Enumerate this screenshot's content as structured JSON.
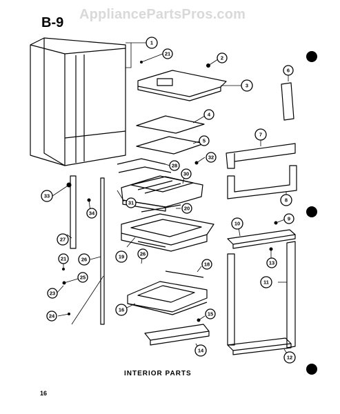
{
  "watermark": "AppliancePartsPros.com",
  "section_code": "B-9",
  "caption": "INTERIOR PARTS",
  "page_number": "16",
  "callouts": [
    {
      "label": "1"
    },
    {
      "label": "21"
    },
    {
      "label": "2"
    },
    {
      "label": "3"
    },
    {
      "label": "6"
    },
    {
      "label": "4"
    },
    {
      "label": "5"
    },
    {
      "label": "7"
    },
    {
      "label": "28"
    },
    {
      "label": "32"
    },
    {
      "label": "30"
    },
    {
      "label": "8"
    },
    {
      "label": "33"
    },
    {
      "label": "31"
    },
    {
      "label": "34"
    },
    {
      "label": "20"
    },
    {
      "label": "9"
    },
    {
      "label": "10"
    },
    {
      "label": "27"
    },
    {
      "label": "19"
    },
    {
      "label": "13"
    },
    {
      "label": "21"
    },
    {
      "label": "26"
    },
    {
      "label": "26"
    },
    {
      "label": "18"
    },
    {
      "label": "25"
    },
    {
      "label": "11"
    },
    {
      "label": "23"
    },
    {
      "label": "16"
    },
    {
      "label": "24"
    },
    {
      "label": "15"
    },
    {
      "label": "14"
    },
    {
      "label": "12"
    }
  ]
}
